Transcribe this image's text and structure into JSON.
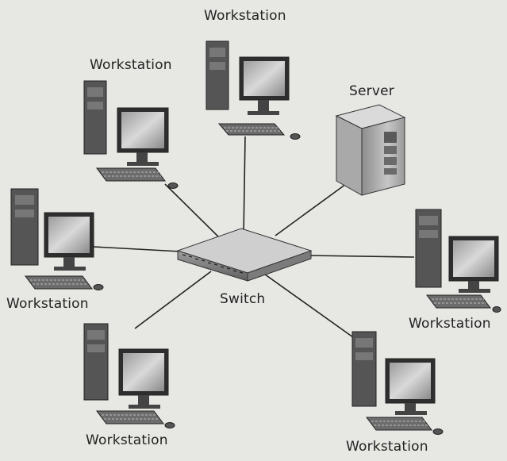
{
  "diagram": {
    "switch_label": "Switch",
    "server_label": "Server",
    "workstations": [
      {
        "id": "ws-top",
        "label": "Workstation"
      },
      {
        "id": "ws-upper-left",
        "label": "Workstation"
      },
      {
        "id": "ws-left",
        "label": "Workstation"
      },
      {
        "id": "ws-lower-left",
        "label": "Workstation"
      },
      {
        "id": "ws-lower-right",
        "label": "Workstation"
      },
      {
        "id": "ws-right",
        "label": "Workstation"
      }
    ]
  }
}
